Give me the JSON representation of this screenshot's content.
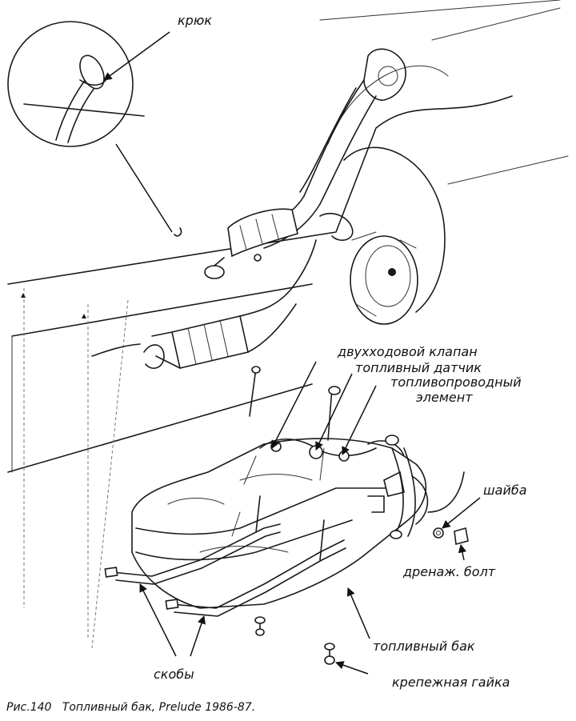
{
  "labels": {
    "hook": "крюк",
    "two_way_valve": "двухходовой  клапан",
    "fuel_sensor": "топливный датчик",
    "fuel_line_1": "топливопроводный",
    "fuel_line_2": "элемент",
    "washer": "шайба",
    "drain_bolt": "дренаж. болт",
    "fuel_tank": "топливный бак",
    "brackets": "скобы",
    "mounting_nut": "крепежная гайка"
  },
  "caption": {
    "figure": "Рис.140",
    "title": "Топливный бак, Prelude 1986-87."
  }
}
